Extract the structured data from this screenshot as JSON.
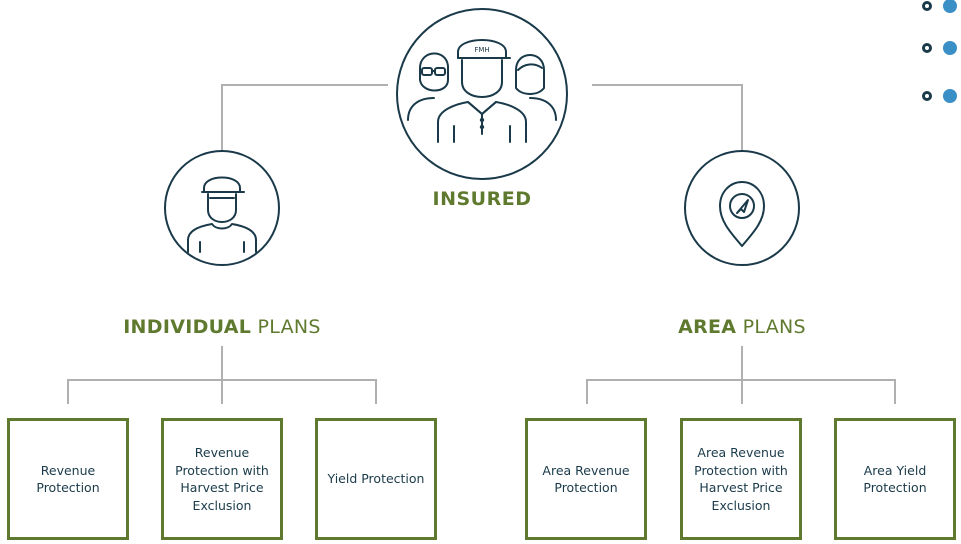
{
  "root": {
    "label": "INSURED",
    "icon": "insured-group-icon",
    "cap_text": "FMH"
  },
  "branches": [
    {
      "icon": "farmer-icon",
      "heading_bold": "INDIVIDUAL",
      "heading_light": " PLANS",
      "plans": [
        "Revenue Protection",
        "Revenue Protection with Harvest Price Exclusion",
        "Yield Protection"
      ]
    },
    {
      "icon": "location-pin-icon",
      "heading_bold": "AREA",
      "heading_light": " PLANS",
      "plans": [
        "Area Revenue Protection",
        "Area Revenue Protection with Harvest Price Exclusion",
        "Area Yield Protection"
      ]
    }
  ],
  "colors": {
    "accent_green": "#5f7a2e",
    "navy": "#1a3a4a",
    "connector_gray": "#b0b0b0",
    "dot_blue": "#3a8fc6"
  },
  "decoration": {
    "bullet_rows": 3
  }
}
